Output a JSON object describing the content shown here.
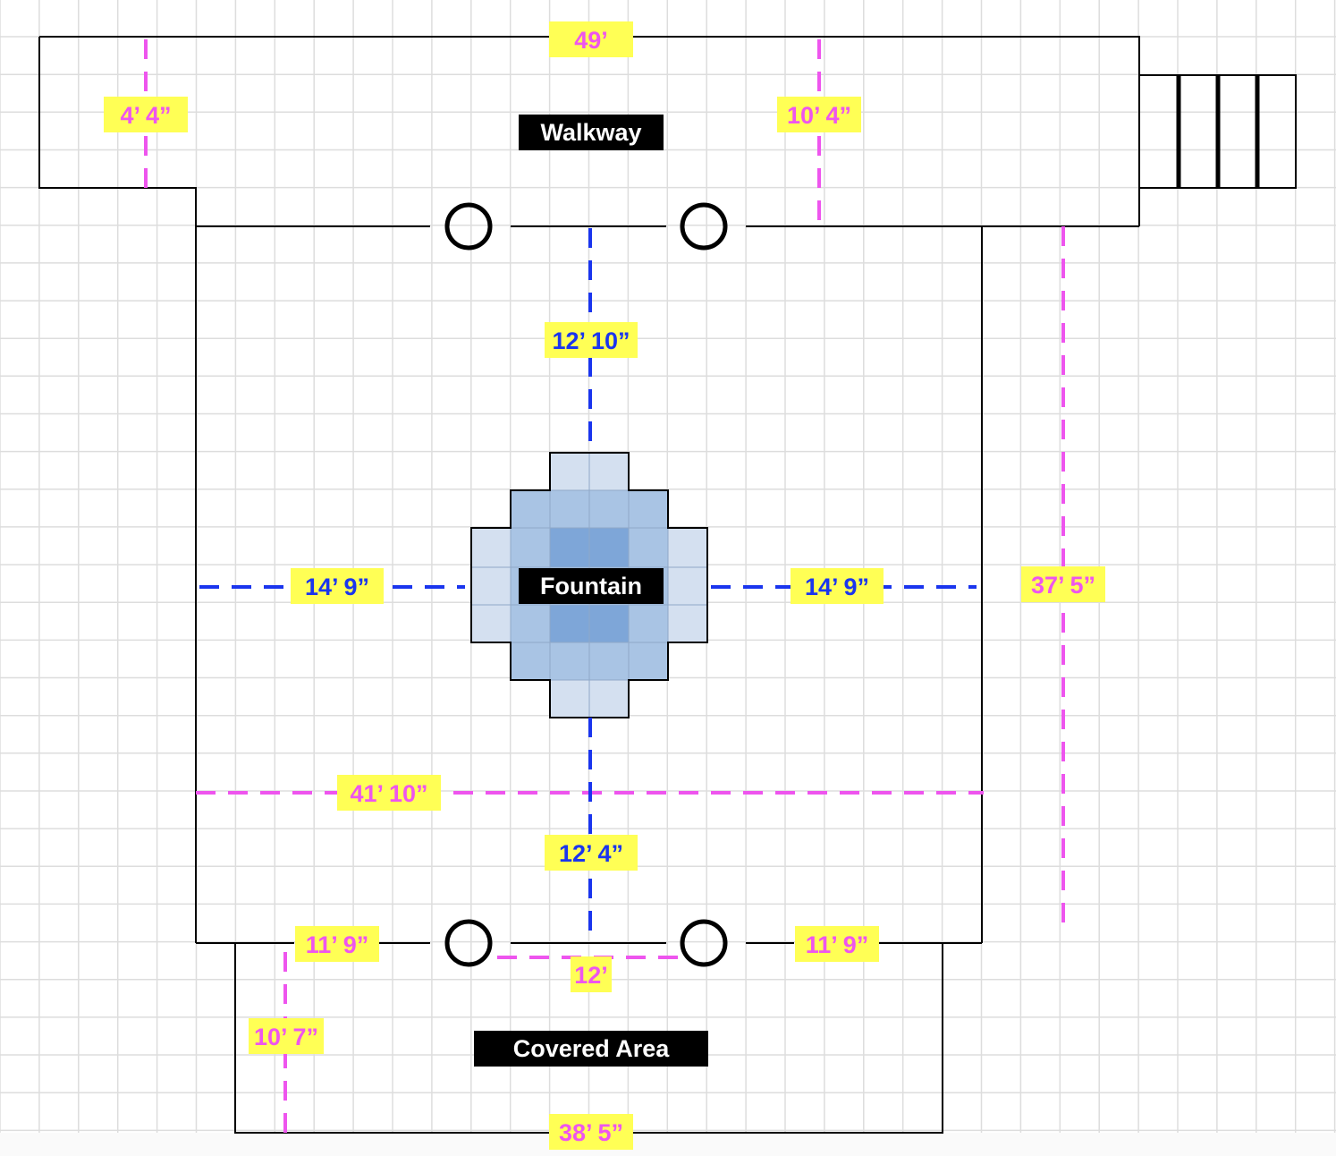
{
  "diagram": {
    "title": "Courtyard Site Plan",
    "colors": {
      "grid": "#dddddd",
      "outline": "#000000",
      "pink_dim": "#ee55ee",
      "blue_dim": "#1a35ee",
      "label_bg": "#ffff55",
      "tag_bg": "#000000",
      "tag_text": "#ffffff",
      "fountain_light": "#d4e0f0",
      "fountain_mid": "#a9c4e4",
      "fountain_dark": "#7ea6d8"
    },
    "areas": {
      "walkway": "Walkway",
      "fountain": "Fountain",
      "covered_area": "Covered Area"
    },
    "dimensions": {
      "walkway_length": "49’",
      "walkway_left_depth": "4’ 4”",
      "walkway_right_depth": "10’ 4”",
      "fountain_to_top": "12’ 10”",
      "fountain_to_left": "14’ 9”",
      "fountain_to_right": "14’ 9”",
      "courtyard_depth": "37’ 5”",
      "courtyard_width": "41’ 10”",
      "fountain_to_bottom": "12’ 4”",
      "bottom_left_segment": "11’ 9”",
      "bottom_right_segment": "11’ 9”",
      "column_spacing": "12’",
      "covered_area_depth": "10’ 7”",
      "covered_area_width": "38’ 5”"
    },
    "features": {
      "columns": 4,
      "stairs_steps": 4
    }
  }
}
